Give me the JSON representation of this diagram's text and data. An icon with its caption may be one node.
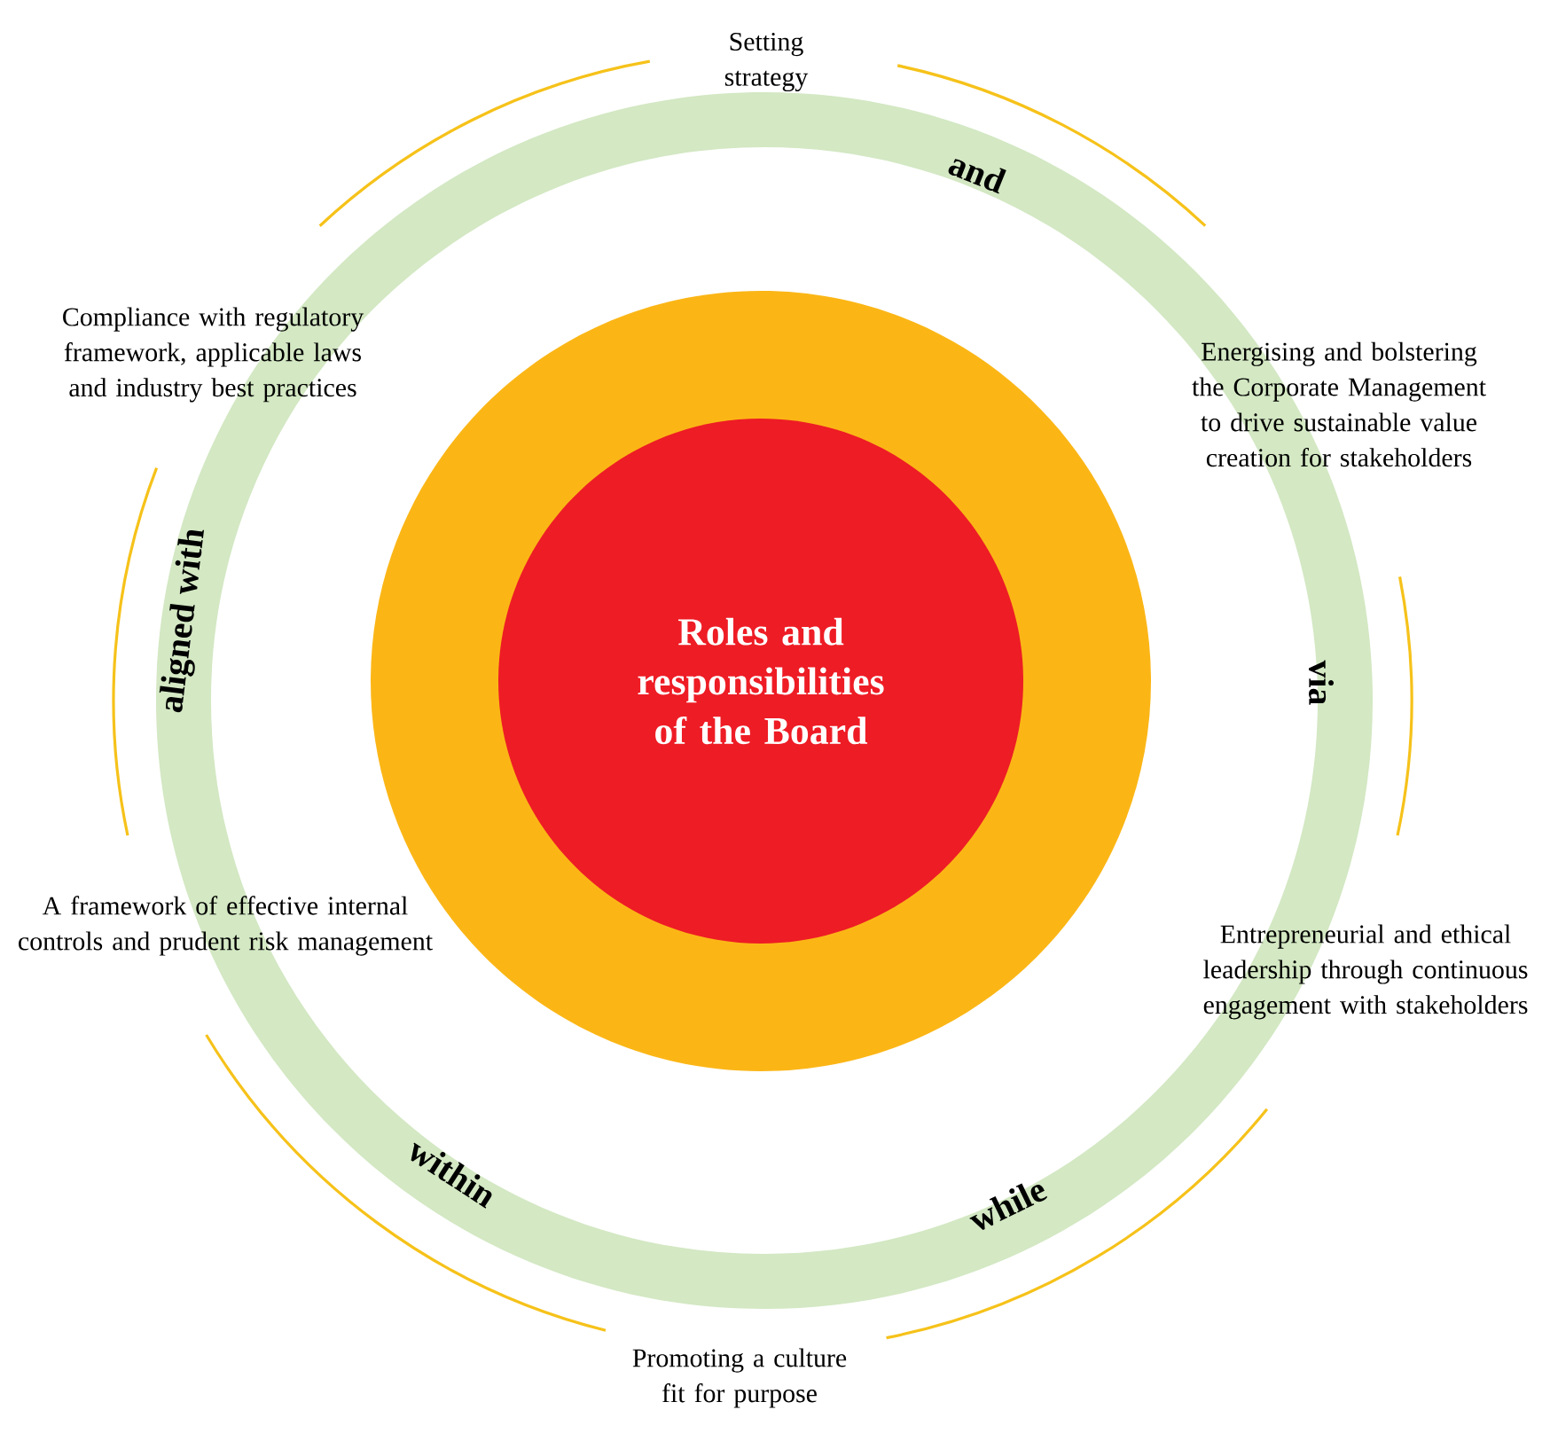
{
  "diagram": {
    "nodes": [
      {
        "text": [],
        "shape": "circle"
      },
      {
        "text": [
          "Roles and responsibilities of the Board"
        ],
        "in": 0
      }
    ],
    "labels": [
      "Setting strategy",
      "and",
      "Compliance with regulatory framework, applicable laws and industry best practices",
      "Energising and bolstering the Corporate Management to drive sustainable value creation for stakeholders",
      "aligned with",
      "via",
      "A framework of effective internal controls and prudent risk management",
      "Entrepreneurial and ethical leadership through continuous engagement with stakeholders",
      "within",
      "while",
      "Promoting a culture fit for purpose"
    ]
  }
}
